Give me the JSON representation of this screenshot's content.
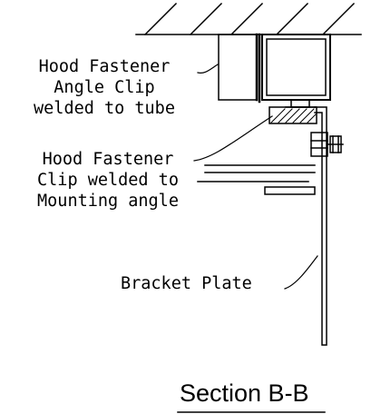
{
  "labels": {
    "hood_angle_clip": {
      "line1": "Hood Fastener",
      "line2": "Angle Clip",
      "line3": "welded to tube"
    },
    "hood_clip": {
      "line1": "Hood Fastener",
      "line2": "Clip welded to",
      "line3": "Mounting angle"
    },
    "bracket_plate": "Bracket Plate"
  },
  "section_title": "Section B-B",
  "colors": {
    "line": "#000000",
    "background": "#ffffff"
  }
}
